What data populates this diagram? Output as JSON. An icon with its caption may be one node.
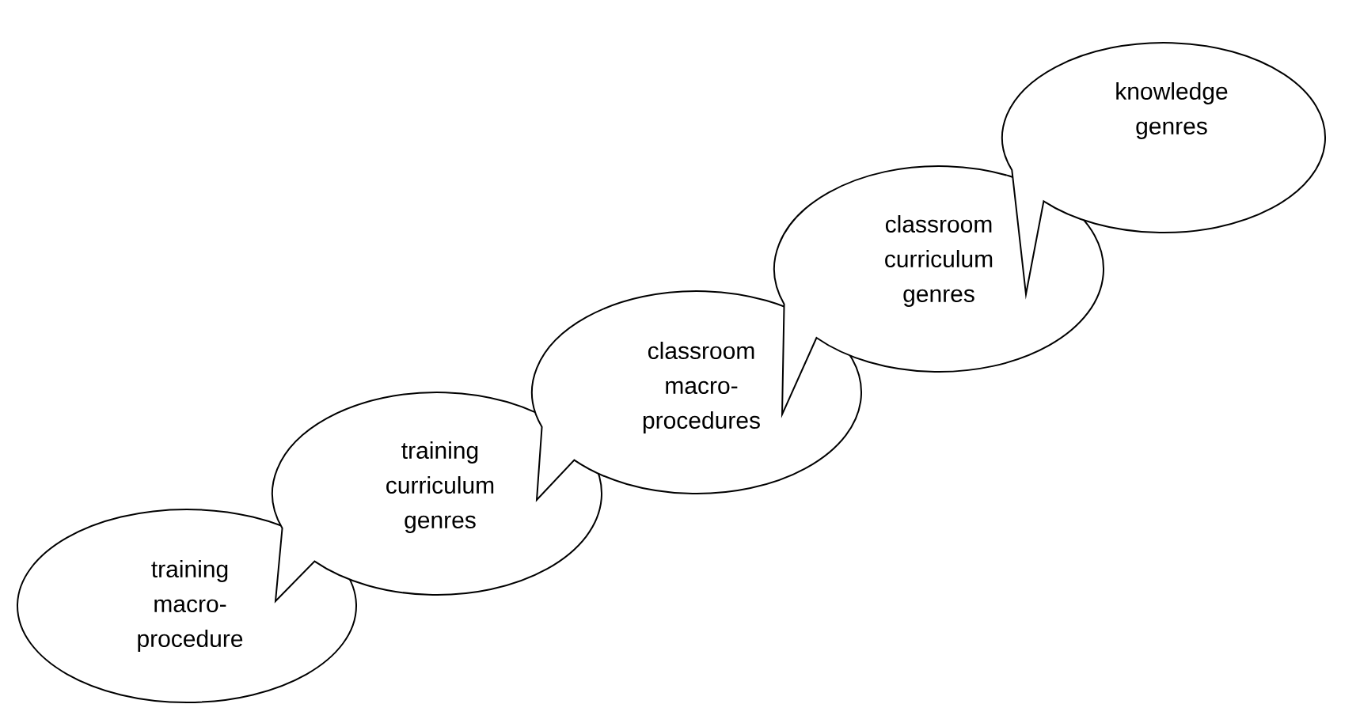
{
  "diagram": {
    "nodes": [
      {
        "text": [
          "training macro-procedure"
        ]
      },
      {
        "text": [
          "training curriculum genres"
        ]
      },
      {
        "text": [
          "classroom macro-procedures"
        ]
      },
      {
        "text": [
          "classroom curriculum genres"
        ]
      },
      {
        "text": [
          "knowledge genres"
        ]
      }
    ]
  }
}
